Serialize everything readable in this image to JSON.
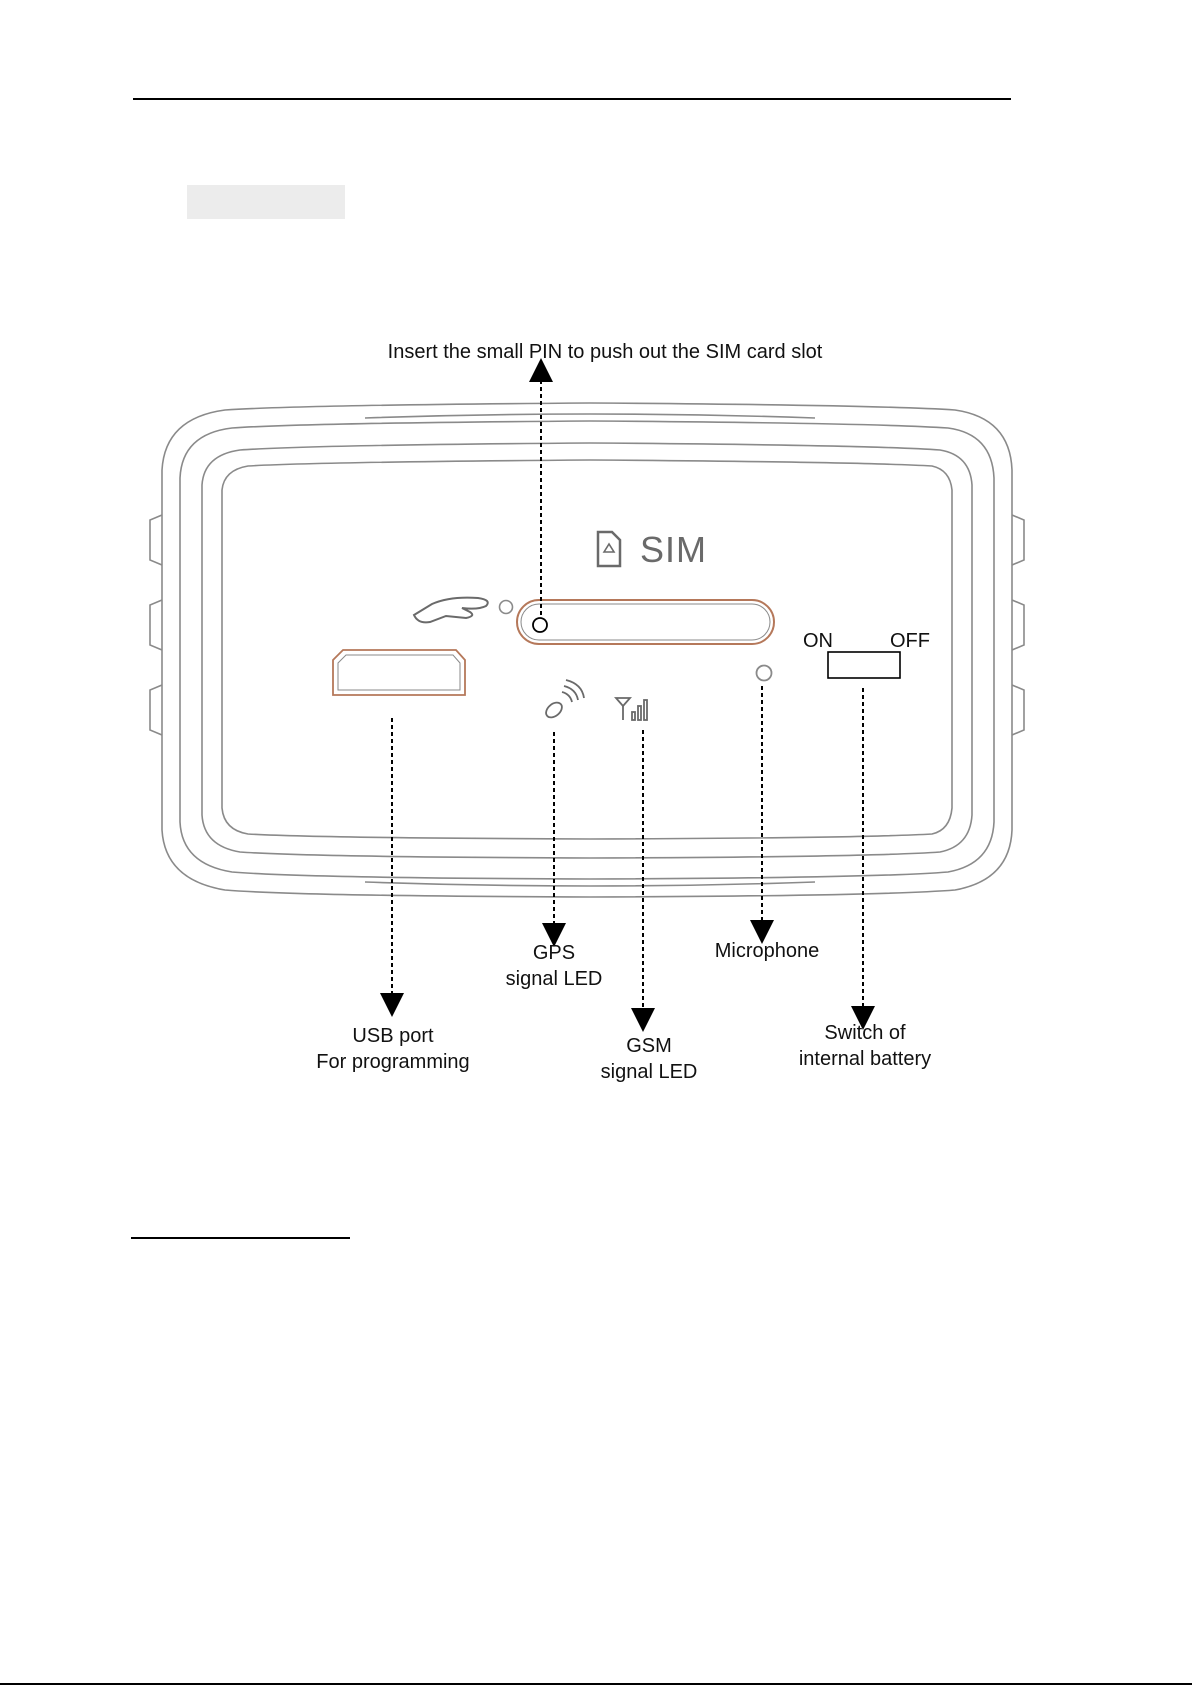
{
  "labels": {
    "pin_hint": "Insert the small PIN to push out the SIM card slot",
    "sim": "SIM",
    "switch_on": "ON",
    "switch_off": "OFF",
    "usb_line1": "USB port",
    "usb_line2": "For programming",
    "gps_line1": "GPS",
    "gps_line2": "signal LED",
    "gsm_line1": "GSM",
    "gsm_line2": "signal LED",
    "microphone": "Microphone",
    "switch_line1": "Switch of",
    "switch_line2": "internal battery"
  },
  "icons": {
    "sim_card": "sim-card-icon",
    "hand": "pointing-hand-icon",
    "gps": "satellite-icon",
    "gsm": "signal-bars-icon"
  },
  "colors": {
    "outline": "#8a8a8a",
    "port_outline": "#b5785a",
    "text": "#111111"
  }
}
